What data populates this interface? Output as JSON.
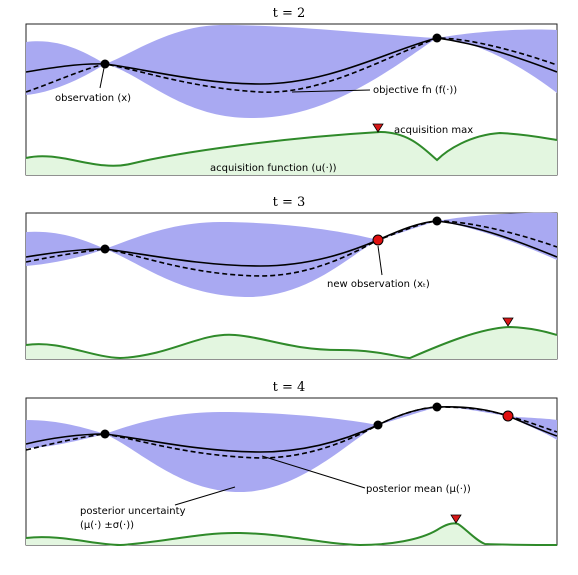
{
  "colors": {
    "uncertainty_band": "#a9a9f2",
    "acquisition_fill": "#e3f6e0",
    "acquisition_line": "#2f8a2a",
    "new_observation": "#e01010",
    "acquisition_max_marker": "#d81818",
    "panel_border": "#222222"
  },
  "panels": [
    {
      "title": "t = 2",
      "annotations": [
        {
          "text": "observation (x)"
        },
        {
          "text": "objective fn (f(·))"
        },
        {
          "text": "acquisition max"
        },
        {
          "text": "acquisition function (u(·))"
        }
      ]
    },
    {
      "title": "t = 3",
      "annotations": [
        {
          "text": "new observation (xₜ)"
        }
      ]
    },
    {
      "title": "t = 4",
      "annotations": [
        {
          "text": "posterior mean (μ(·))"
        },
        {
          "text": "posterior uncertainty"
        },
        {
          "text": "(μ(·) ±σ(·))"
        }
      ]
    }
  ]
}
